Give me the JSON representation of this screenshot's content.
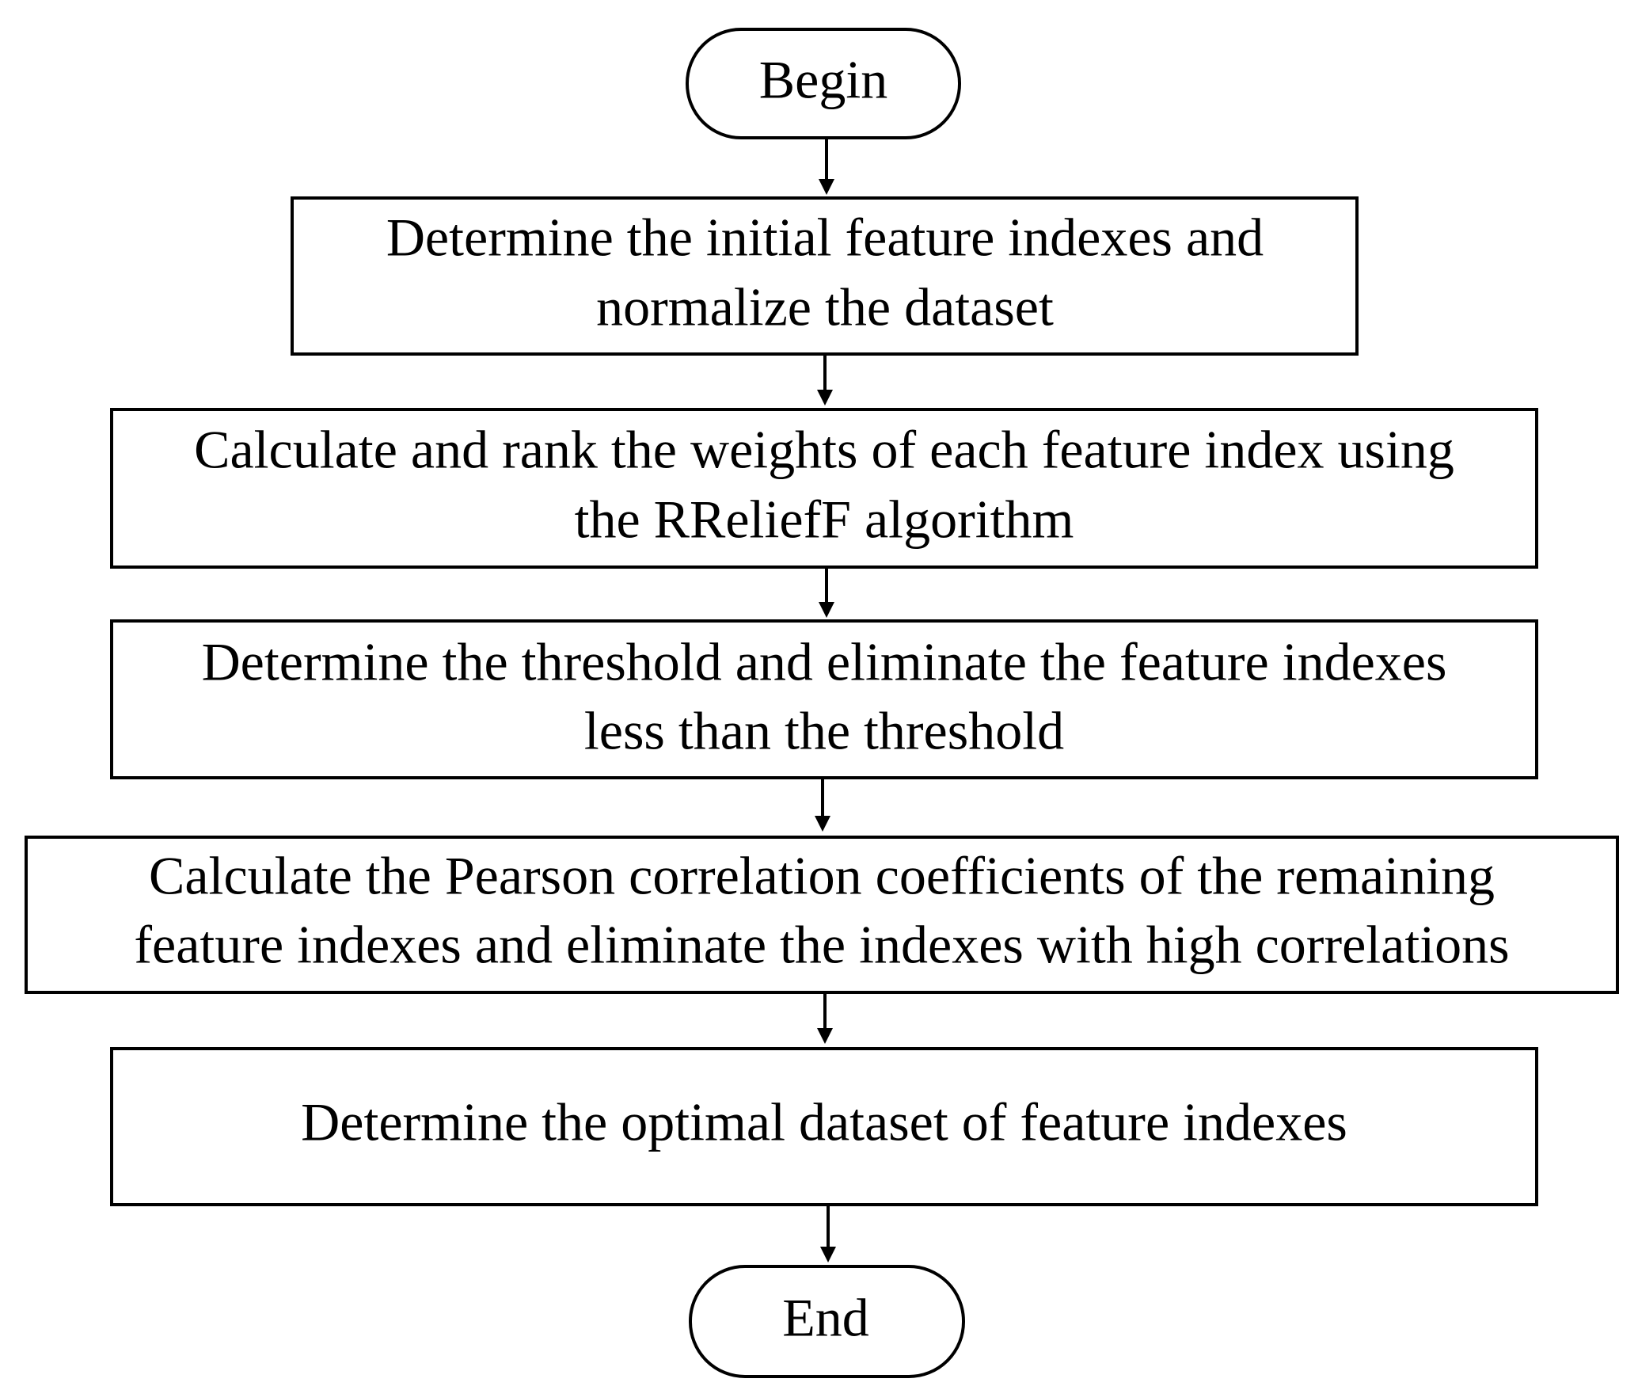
{
  "diagram": {
    "type": "flowchart",
    "start": {
      "label": "Begin"
    },
    "steps": [
      {
        "lines": [
          "Determine the initial feature indexes and",
          "normalize the dataset"
        ]
      },
      {
        "lines": [
          "Calculate and rank the weights of each feature index using",
          "the RReliefF algorithm"
        ]
      },
      {
        "lines": [
          "Determine the threshold and eliminate the feature indexes",
          "less than the threshold"
        ]
      },
      {
        "lines": [
          "Calculate the Pearson correlation coefficients of the remaining",
          "feature indexes  and eliminate the indexes with high correlations"
        ]
      },
      {
        "lines": [
          "Determine the optimal dataset of feature indexes"
        ]
      }
    ],
    "end": {
      "label": "End"
    }
  }
}
